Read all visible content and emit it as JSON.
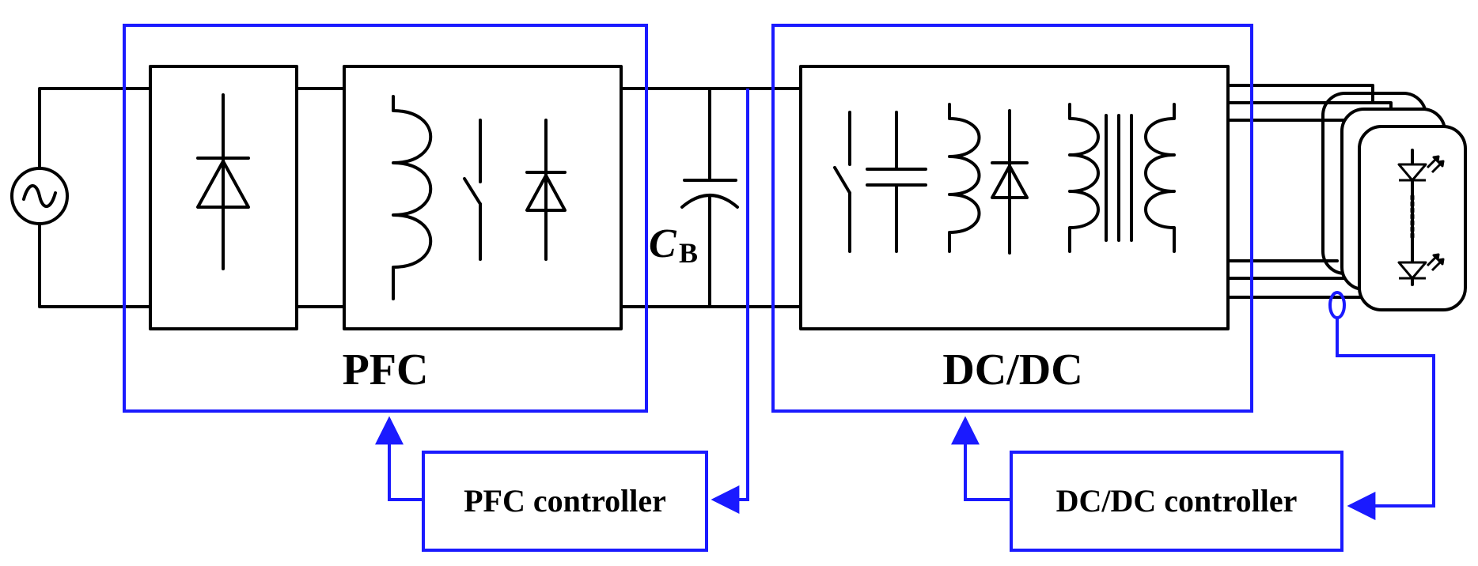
{
  "labels": {
    "pfc": "PFC",
    "dcdc": "DC/DC",
    "pfc_controller": "PFC controller",
    "dcdc_controller": "DC/DC controller",
    "cap_main": "C",
    "cap_sub": "B"
  },
  "colors": {
    "control": "#1a1aff",
    "power": "#000000"
  },
  "icons": [
    "ac-source-icon",
    "rectifier-diode-icon",
    "inductor-icon",
    "switch-icon",
    "diode-icon",
    "capacitor-icon",
    "transformer-icon",
    "led-icon",
    "current-sensor-icon"
  ]
}
